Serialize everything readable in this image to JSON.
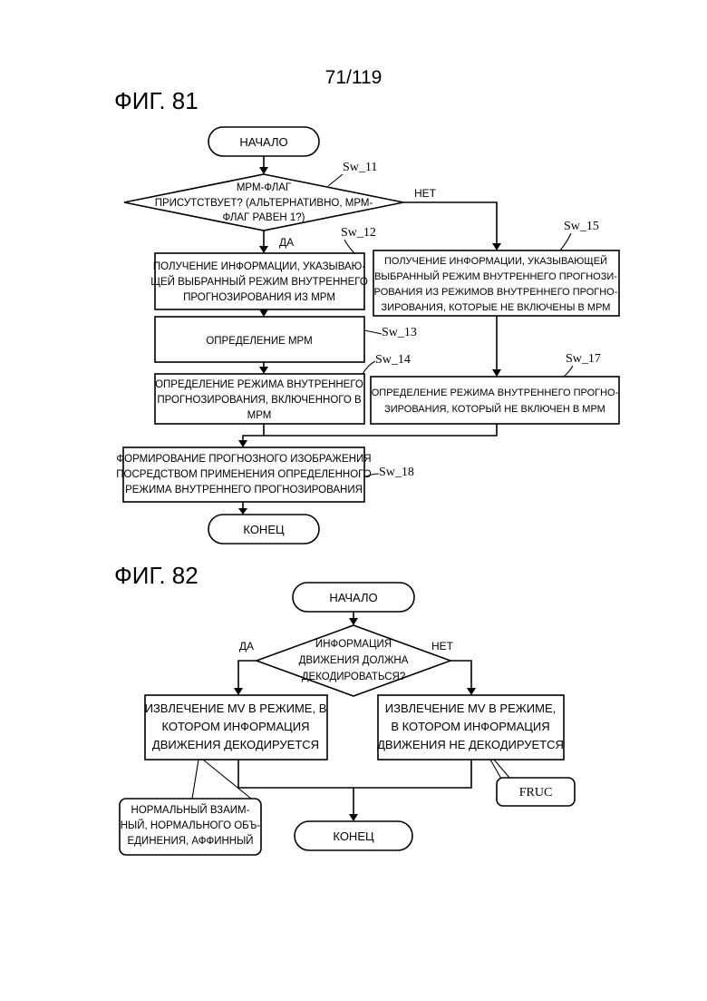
{
  "page_number": "71/119",
  "fig81": {
    "title": "ФИГ. 81",
    "start": "НАЧАЛО",
    "decision": [
      "МРМ-ФЛАГ",
      "ПРИСУТСТВУЕТ? (АЛЬТЕРНАТИВНО, МРМ-",
      "ФЛАГ РАВЕН 1?)"
    ],
    "yes": "ДА",
    "no": "НЕТ",
    "steps": {
      "sw11": "Sw_11",
      "sw12": "Sw_12",
      "sw13": "Sw_13",
      "sw14": "Sw_14",
      "sw15": "Sw_15",
      "sw17": "Sw_17",
      "sw18": "Sw_18"
    },
    "box12": [
      "ПОЛУЧЕНИЕ ИНФОРМАЦИИ, УКАЗЫВАЮ-",
      "ЩЕЙ ВЫБРАННЫЙ РЕЖИМ ВНУТРЕННЕГО",
      "ПРОГНОЗИРОВАНИЯ ИЗ МРМ"
    ],
    "box13": "ОПРЕДЕЛЕНИЕ МРМ",
    "box14": [
      "ОПРЕДЕЛЕНИЕ РЕЖИМА ВНУТРЕННЕГО",
      "ПРОГНОЗИРОВАНИЯ, ВКЛЮЧЕННОГО В",
      "МРМ"
    ],
    "box15": [
      "ПОЛУЧЕНИЕ ИНФОРМАЦИИ, УКАЗЫВАЮЩЕЙ",
      "ВЫБРАННЫЙ РЕЖИМ ВНУТРЕННЕГО ПРОГНОЗИ-",
      "РОВАНИЯ ИЗ РЕЖИМОВ ВНУТРЕННЕГО ПРОГНО-",
      "ЗИРОВАНИЯ, КОТОРЫЕ НЕ ВКЛЮЧЕНЫ В МРМ"
    ],
    "box17": [
      "ОПРЕДЕЛЕНИЕ РЕЖИМА ВНУТРЕННЕГО ПРОГНО-",
      "ЗИРОВАНИЯ, КОТОРЫЙ НЕ ВКЛЮЧЕН В МРМ"
    ],
    "box18": [
      "ФОРМИРОВАНИЕ ПРОГНОЗНОГО ИЗОБРАЖЕНИЯ",
      "ПОСРЕДСТВОМ ПРИМЕНЕНИЯ ОПРЕДЕЛЕННОГО",
      "РЕЖИМА ВНУТРЕННЕГО ПРОГНОЗИРОВАНИЯ"
    ],
    "end": "КОНЕЦ"
  },
  "fig82": {
    "title": "ФИГ. 82",
    "start": "НАЧАЛО",
    "decision": [
      "ИНФОРМАЦИЯ",
      "ДВИЖЕНИЯ ДОЛЖНА",
      "ДЕКОДИРОВАТЬСЯ?"
    ],
    "yes": "ДА",
    "no": "НЕТ",
    "left_box": [
      "ИЗВЛЕЧЕНИЕ MV В РЕЖИМЕ, В",
      "КОТОРОМ ИНФОРМАЦИЯ",
      "ДВИЖЕНИЯ ДЕКОДИРУЕТСЯ"
    ],
    "right_box": [
      "ИЗВЛЕЧЕНИЕ MV В РЕЖИМЕ,",
      "В КОТОРОМ ИНФОРМАЦИЯ",
      "ДВИЖЕНИЯ НЕ ДЕКОДИРУЕТСЯ"
    ],
    "left_note": [
      "НОРМАЛЬНЫЙ ВЗАИМ-",
      "НЫЙ, НОРМАЛЬНОГО ОБЪ-",
      "ЕДИНЕНИЯ, АФФИННЫЙ"
    ],
    "right_note": "FRUC",
    "end": "КОНЕЦ"
  }
}
